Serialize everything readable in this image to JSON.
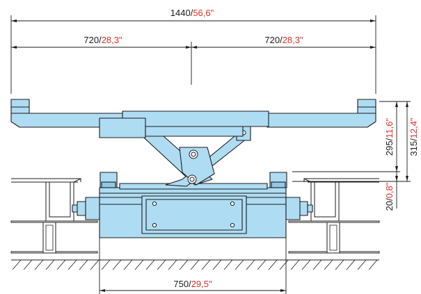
{
  "dimensions": {
    "overall_width": {
      "metric": "1440",
      "sep": "/",
      "imperial": "56,6\""
    },
    "half_width_left": {
      "metric": "720",
      "sep": "/",
      "imperial": "28,3\""
    },
    "half_width_right": {
      "metric": "720",
      "sep": "/",
      "imperial": "28,3\""
    },
    "lift_height": {
      "metric": "295",
      "sep": "/",
      "imperial": "11,6\""
    },
    "total_height": {
      "metric": "315",
      "sep": "/",
      "imperial": "12,4\""
    },
    "min_height": {
      "metric": "20",
      "sep": "/",
      "imperial": "0,8\""
    },
    "base_width": {
      "metric": "750",
      "sep": "/",
      "imperial": "29,5\""
    }
  },
  "colors": {
    "body": "#aedcf3",
    "line": "#1b1b1b",
    "imperial_text": "#e0302a"
  }
}
